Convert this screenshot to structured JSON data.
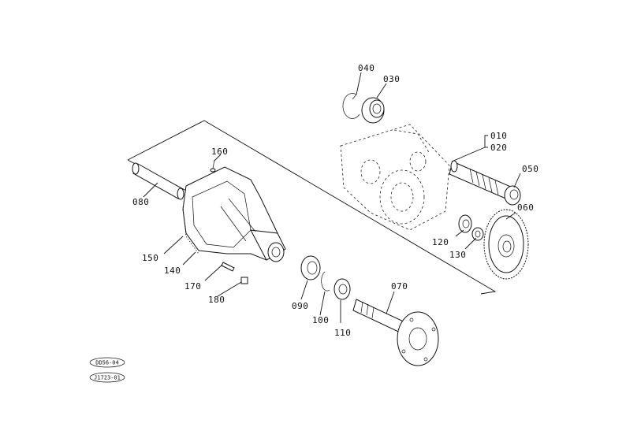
{
  "diagram": {
    "part_labels": {
      "p010": "010",
      "p020": "020",
      "p030": "030",
      "p040": "040",
      "p050": "050",
      "p060": "060",
      "p070": "070",
      "p080": "080",
      "p090": "090",
      "p100": "100",
      "p110": "110",
      "p120": "120",
      "p130": "130",
      "p140": "140",
      "p150": "150",
      "p160": "160",
      "p170": "170",
      "p180": "180"
    },
    "reference_tags": {
      "tag1": "DD56-04",
      "tag2": "J1723-01"
    }
  }
}
